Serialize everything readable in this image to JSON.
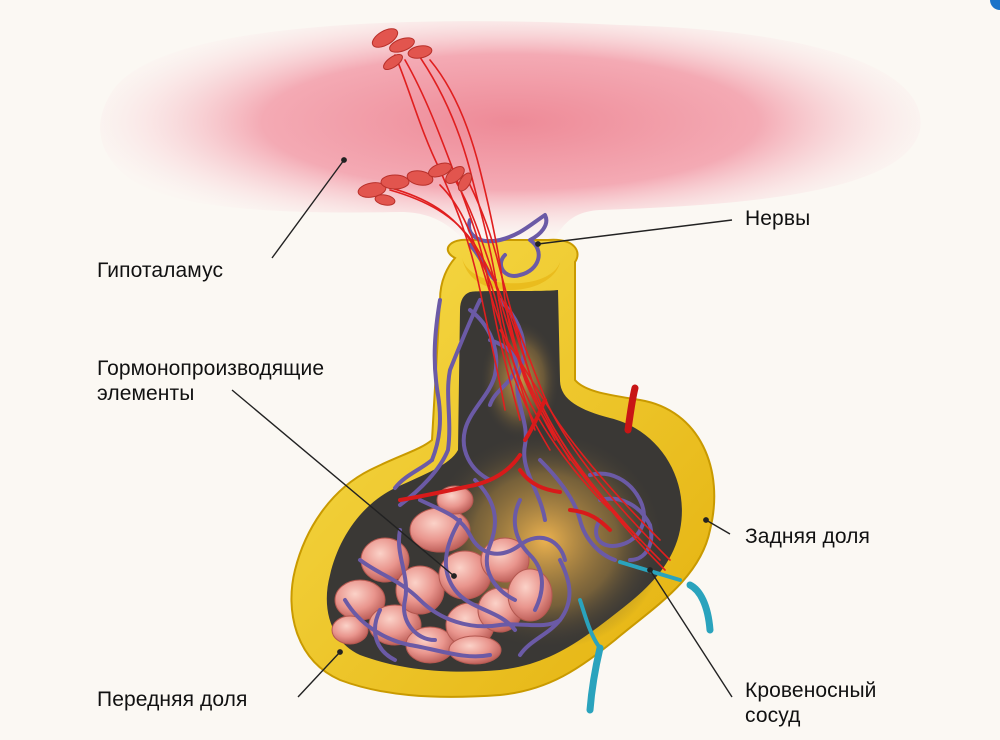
{
  "labels": {
    "hypothalamus": "Гипоталамус",
    "nerves": "Нервы",
    "hormone_elements_line1": "Гормонопроизводящие",
    "hormone_elements_line2": "элементы",
    "posterior_lobe": "Задняя доля",
    "anterior_lobe": "Передняя доля",
    "blood_vessel_line1": "Кровеносный",
    "blood_vessel_line2": "сосуд"
  },
  "colors": {
    "background": "#fbf8f3",
    "hypothalamus": "#f08f9c",
    "capsule": "#f2c81c",
    "capsule_edge": "#c99a00",
    "interior": "#3a3835",
    "glow": "#f2b340",
    "cells": "#e9958d",
    "nerves": "#e01f1f",
    "vessels_purple": "#6b5aa6",
    "vessels_cyan": "#2aa3bd",
    "leader_lines": "#222222"
  },
  "icons": {
    "nerve_cell_bodies": "neuron-icon",
    "blood_vessel": "vessel-icon"
  }
}
